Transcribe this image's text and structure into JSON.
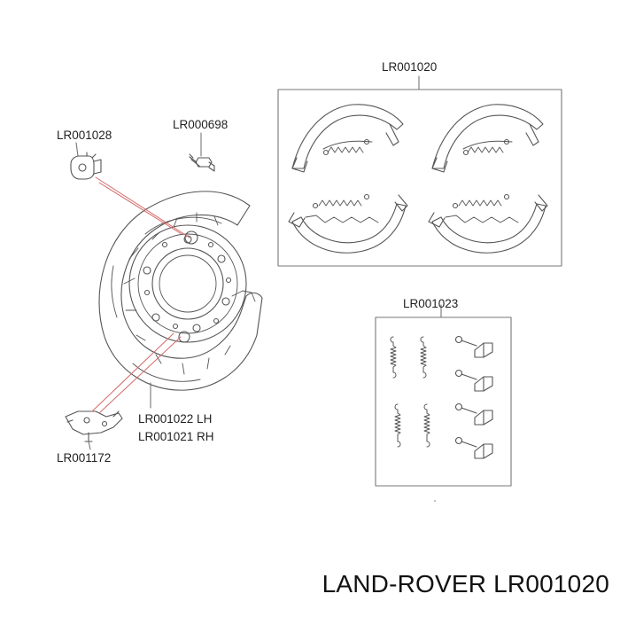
{
  "labels": {
    "shoe_kit": "LR001020",
    "adjuster": "LR001028",
    "bolt": "LR000698",
    "hardware_kit": "LR001023",
    "backplate_lh": "LR001022 LH",
    "backplate_rh": "LR001021 RH",
    "lever": "LR001172"
  },
  "title": "LAND-ROVER LR001020",
  "colors": {
    "line": "#555555",
    "leader": "#d46a6a",
    "box": "#777777"
  }
}
